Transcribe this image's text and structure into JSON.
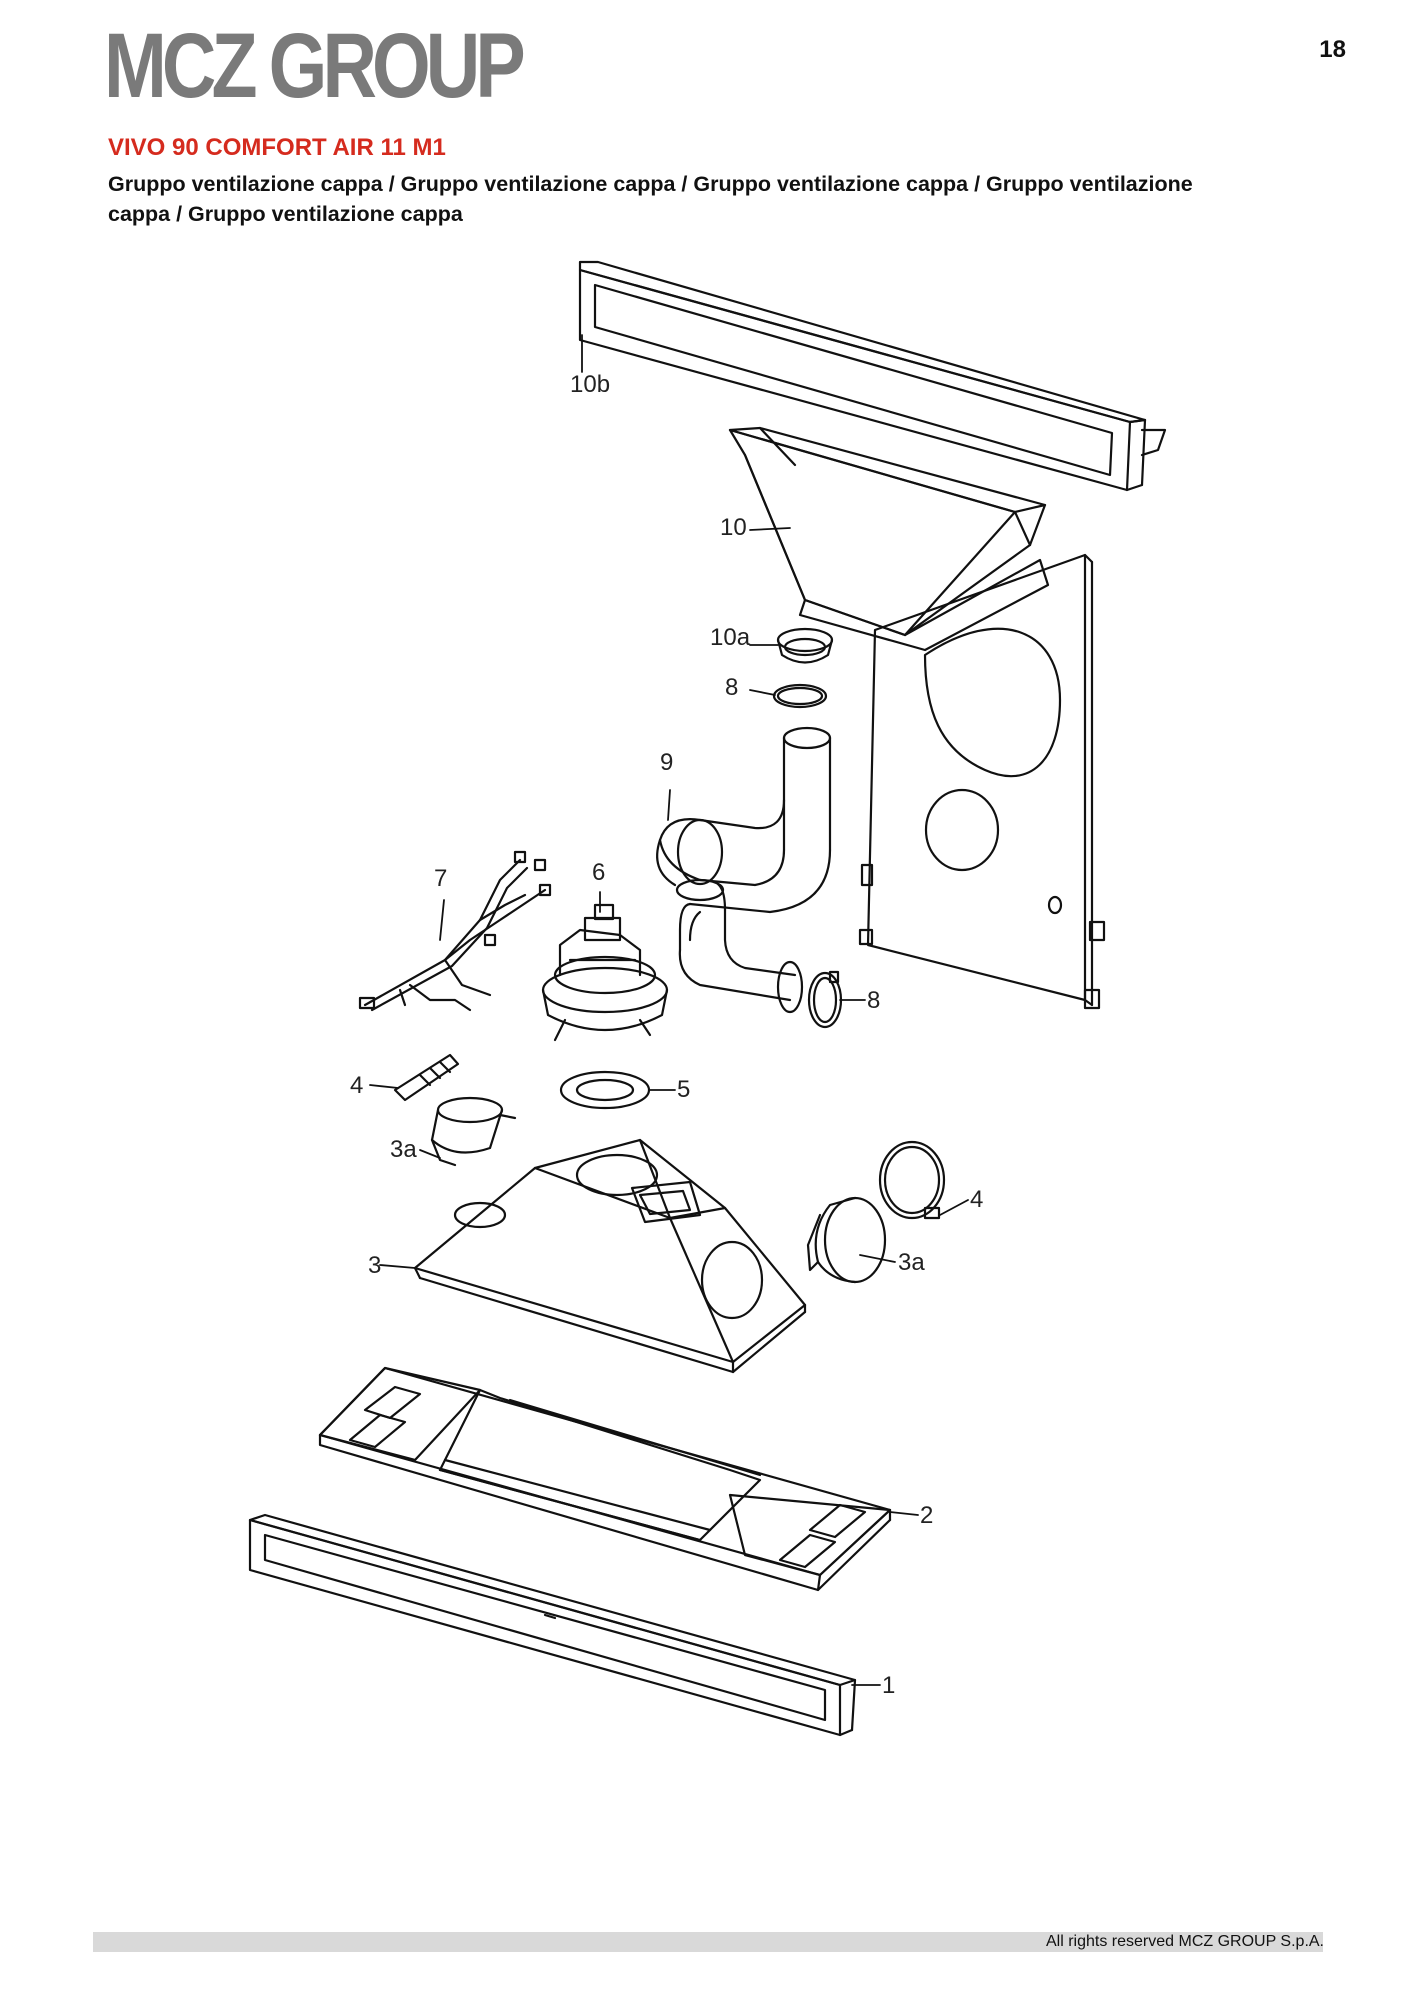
{
  "header": {
    "logo_text": "MCZ GROUP",
    "page_number": "18"
  },
  "document": {
    "model_title": "VIVO 90 COMFORT AIR 11 M1",
    "subtitle": "Gruppo ventilazione cappa / Gruppo ventilazione cappa / Gruppo ventilazione cappa / Gruppo ventilazione cappa / Gruppo ventilazione cappa"
  },
  "diagram": {
    "part_labels": {
      "p10b": "10b",
      "p10": "10",
      "p10a": "10a",
      "p8_top": "8",
      "p9": "9",
      "p7": "7",
      "p6": "6",
      "p8_right": "8",
      "p4_left": "4",
      "p5": "5",
      "p3a_left": "3a",
      "p4_right": "4",
      "p3": "3",
      "p3a_right": "3a",
      "p2": "2",
      "p1": "1"
    }
  },
  "footer": {
    "copyright": "All rights reserved MCZ GROUP S.p.A."
  },
  "colors": {
    "title_red": "#d52b1e",
    "logo_gray": "#7a7a7a",
    "footer_bar": "#d9d9d9"
  }
}
